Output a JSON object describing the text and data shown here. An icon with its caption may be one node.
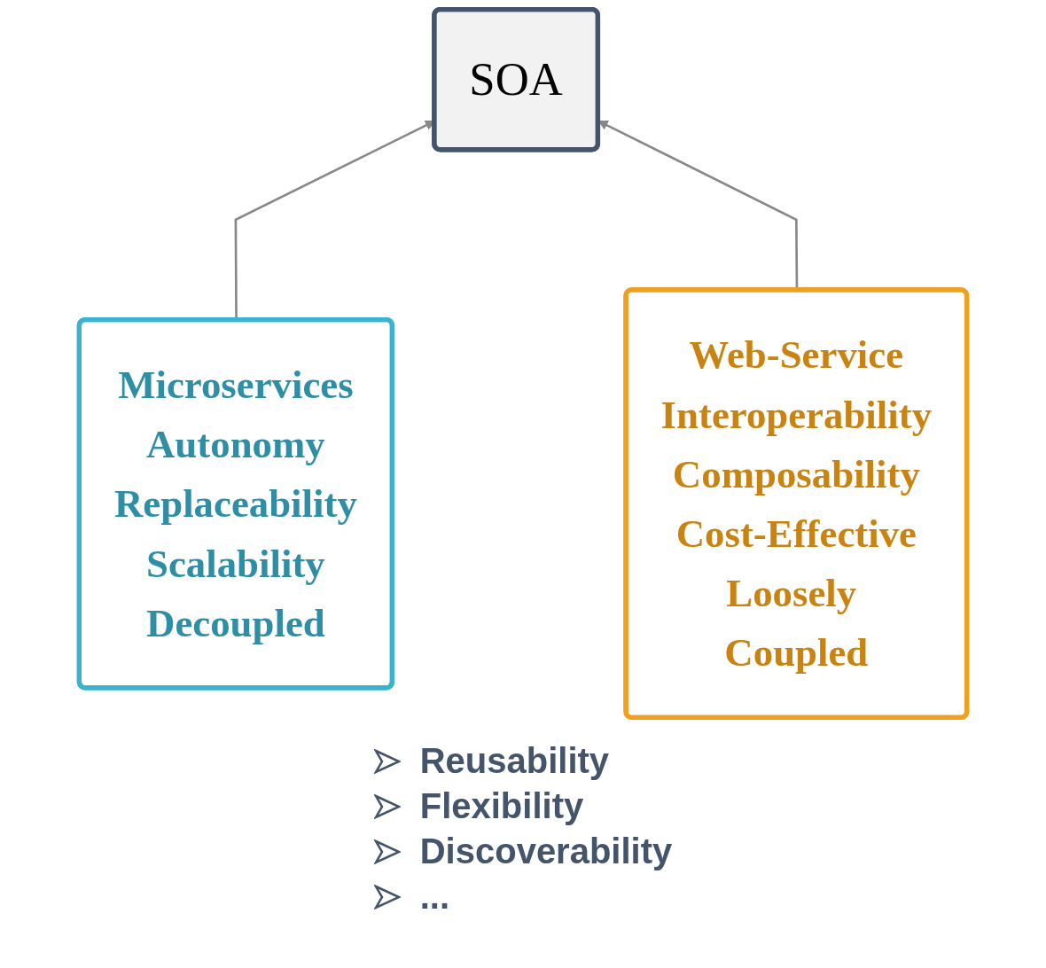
{
  "diagram": {
    "nodes": [
      {
        "text": [
          "SOA"
        ]
      },
      {
        "text": [
          "Microservices",
          "Autonomy",
          "Replaceability",
          "Scalability",
          "Decoupled"
        ]
      },
      {
        "text": [
          "Web-Service",
          "Interoperability",
          "Composability",
          "Cost-Effective",
          "Loosely Coupled"
        ]
      }
    ],
    "edges": [
      {
        "from": 1,
        "to": 0,
        "arrow": "to"
      },
      {
        "from": 2,
        "to": 0,
        "arrow": "to"
      }
    ],
    "labels": [
      "Reusability",
      "Flexibility",
      "Discoverability",
      "..."
    ]
  }
}
